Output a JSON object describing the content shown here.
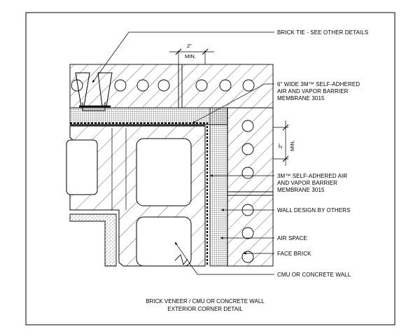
{
  "labels": {
    "brick_tie": "BRICK TIE - SEE OTHER DETAILS",
    "barrier_6in_line1": "6\" WIDE 3M™ SELF-ADHERED",
    "barrier_6in_line2": "AIR AND VAPOR BARRIER",
    "barrier_6in_line3": "MEMBRANE 3015",
    "barrier_line1": "3M™ SELF-ADHERED AIR",
    "barrier_line2": "AND VAPOR BARRIER",
    "barrier_line3": "MEMBRANE 3015",
    "wall_design": "WALL DESIGN BY OTHERS",
    "air_space": "AIR SPACE",
    "face_brick": "FACE BRICK",
    "cmu_wall": "CMU OR CONCRETE WALL"
  },
  "dimensions": {
    "top_value": "2\"",
    "top_note": "MIN.",
    "side_value": "2\"",
    "side_note": "MIN."
  },
  "title": {
    "line1": "BRICK VENEER / CMU OR CONCRETE WALL",
    "line2": "EXTERIOR CORNER DETAIL"
  }
}
